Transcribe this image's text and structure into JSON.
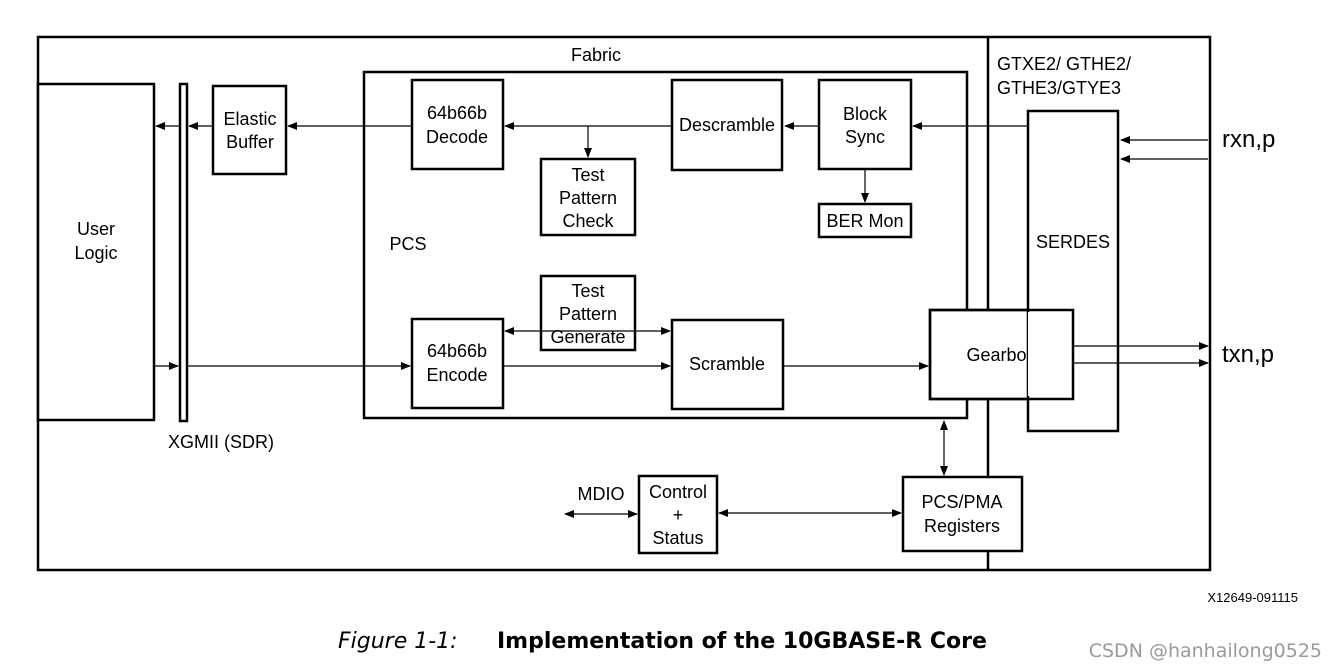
{
  "diagram": {
    "fabric_label": "Fabric",
    "transceiver_label_line1": "GTXE2/ GTHE2/",
    "transceiver_label_line2": "GTHE3/GTYE3",
    "pcs_label": "PCS",
    "xgmii_label": "XGMII (SDR)",
    "user_logic": [
      "User",
      "Logic"
    ],
    "elastic_buffer": [
      "Elastic",
      "Buffer"
    ],
    "decode": [
      "64b66b",
      "Decode"
    ],
    "encode": [
      "64b66b",
      "Encode"
    ],
    "test_pattern_check": [
      "Test",
      "Pattern",
      "Check"
    ],
    "test_pattern_generate": [
      "Test",
      "Pattern",
      "Generate"
    ],
    "descramble": "Descramble",
    "scramble": "Scramble",
    "block_sync": [
      "Block",
      "Sync"
    ],
    "ber_mon": "BER Mon",
    "serdes": "SERDES",
    "gearbox": "Gearbox",
    "pcs_pma_registers": [
      "PCS/PMA",
      "Registers"
    ],
    "control_status": [
      "Control",
      "+",
      "Status"
    ],
    "mdio": "MDIO",
    "rx_port": "rxn,p",
    "tx_port": "txn,p",
    "figure_code": "X12649-091115"
  },
  "caption": {
    "prefix": "Figure 1-1:",
    "title": "Implementation of the 10GBASE-R Core"
  },
  "watermark": "CSDN @hanhailong0525"
}
